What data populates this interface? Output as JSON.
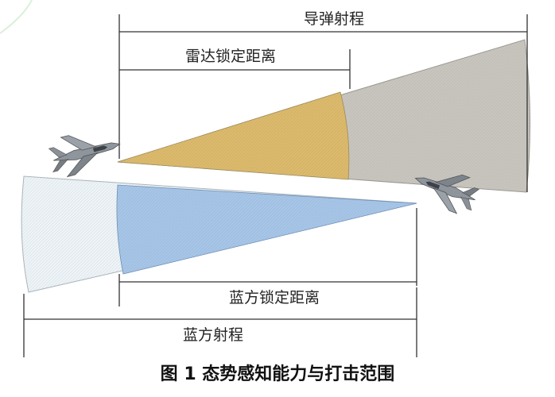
{
  "labels": {
    "missile_range": "导弹射程",
    "radar_lock_distance": "雷达锁定距离",
    "blue_lock_distance": "蓝方锁定距离",
    "blue_range": "蓝方射程"
  },
  "caption": "图 1 态势感知能力与打击范围",
  "colors": {
    "radar_sector": "#d8b86d",
    "missile_sector": "#c6c3bd",
    "blue_lock_sector": "#a9c6e6",
    "blue_range_sector": "#eaf1f5",
    "dimension_line": "#333333"
  }
}
